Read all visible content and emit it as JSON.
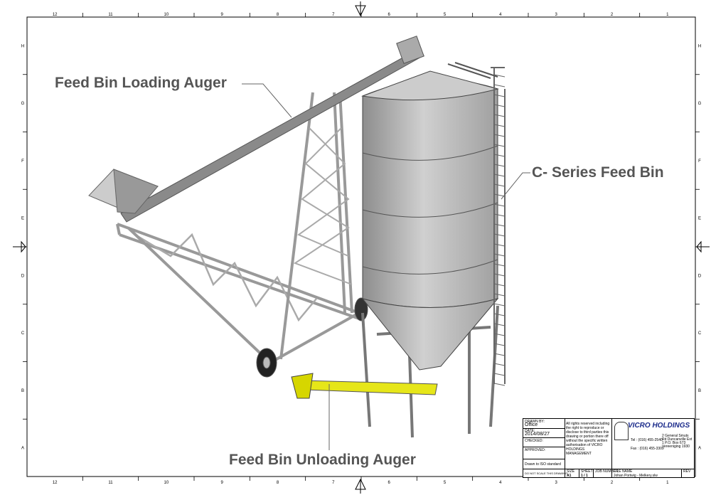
{
  "labels": {
    "loading_auger": "Feed Bin Loading Auger",
    "feed_bin": "C- Series Feed Bin",
    "unloading_auger": "Feed Bin Unloading Auger"
  },
  "border": {
    "columns": [
      "12",
      "11",
      "10",
      "9",
      "8",
      "7",
      "6",
      "5",
      "4",
      "3",
      "2",
      "1"
    ],
    "rows": [
      "H",
      "G",
      "F",
      "E",
      "D",
      "C",
      "B",
      "A"
    ]
  },
  "title_block": {
    "drawn_by_label": "DRAWN BY:",
    "drawn_by": "Office",
    "date_label": "DATE:",
    "date": "2014/08/27",
    "checked_label": "CHECKED:",
    "approved_label": "APPROVED:",
    "standard": "Drawn to ISO standard",
    "rights": "All rights reserved including the right to reproduce or disclose to third parties this drawing or portion there off without the specific written authorisation of VICRO HOLDINGS MANAGEMENT",
    "company": "VICRO HOLDINGS",
    "tel": "Tel : (016) 455-2540",
    "fax": "Fax : (016) 455-3309",
    "address": "2 General Smuts Rd Duncanville Ext 1 P.O. Box 673 Vereeniging 1930",
    "no_scale": "DO NOT SCALE THIS DRAWING",
    "size_label": "SIZE",
    "size": "A1",
    "sheet_label": "SHEET",
    "sheet": "1 / 1",
    "job_label": "JOB NUMBER",
    "file_label": "FILE NAME",
    "file": "Johan Portwig - Melkery.slw",
    "rev_label": "REV"
  },
  "colors": {
    "steel": "#b8b8b8",
    "auger_yellow": "#e6e619",
    "label": "#555555"
  }
}
